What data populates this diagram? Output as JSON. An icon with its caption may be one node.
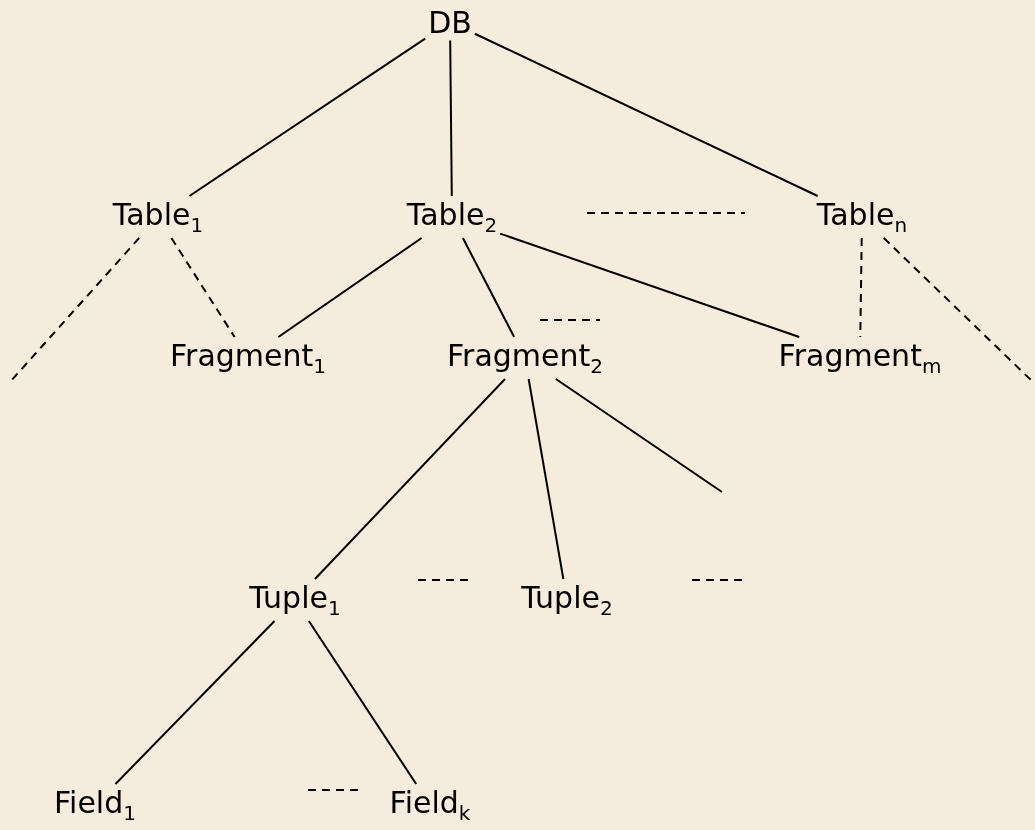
{
  "diagram": {
    "nodes": [
      {
        "text": [
          "DB"
        ]
      },
      {
        "text": [
          "Table$_{1}$"
        ]
      },
      {
        "text": [
          "Table$_{2}$"
        ]
      },
      {
        "text": [
          "Table$_{n}$"
        ]
      },
      {
        "text": [
          "Fragment$_{1}$"
        ]
      },
      {
        "text": [
          "Fragment$_{2}$"
        ]
      },
      {
        "text": [
          "Fragment$_{m}$"
        ]
      },
      {
        "text": [
          "Tuple$_{1}$"
        ]
      },
      {
        "text": [
          "Tuple$_{2}$"
        ]
      },
      {
        "text": [
          "Field$_{1}$"
        ]
      },
      {
        "text": [
          "Field$_{k}$"
        ]
      }
    ],
    "edges": [
      {
        "from": 0,
        "to": 1,
        "arrow": "none"
      },
      {
        "from": 0,
        "to": 2,
        "arrow": "none"
      },
      {
        "from": 0,
        "to": 3,
        "arrow": "none"
      },
      {
        "from": 1,
        "to": null,
        "arrow": "none",
        "style": "dashed"
      },
      {
        "from": 1,
        "to": 4,
        "arrow": "none",
        "style": "dashed"
      },
      {
        "from": 2,
        "to": 4,
        "arrow": "none"
      },
      {
        "from": 2,
        "to": 5,
        "arrow": "none"
      },
      {
        "from": 2,
        "to": 6,
        "arrow": "none"
      },
      {
        "from": 3,
        "to": 6,
        "arrow": "none",
        "style": "dashed"
      },
      {
        "from": 3,
        "to": null,
        "arrow": "none",
        "style": "dashed"
      },
      {
        "from": 5,
        "to": 7,
        "arrow": "none"
      },
      {
        "from": 5,
        "to": 8,
        "arrow": "none"
      },
      {
        "from": 5,
        "to": null,
        "arrow": "none"
      },
      {
        "from": 7,
        "to": 9,
        "arrow": "none"
      },
      {
        "from": 7,
        "to": 10,
        "arrow": "none"
      }
    ]
  }
}
